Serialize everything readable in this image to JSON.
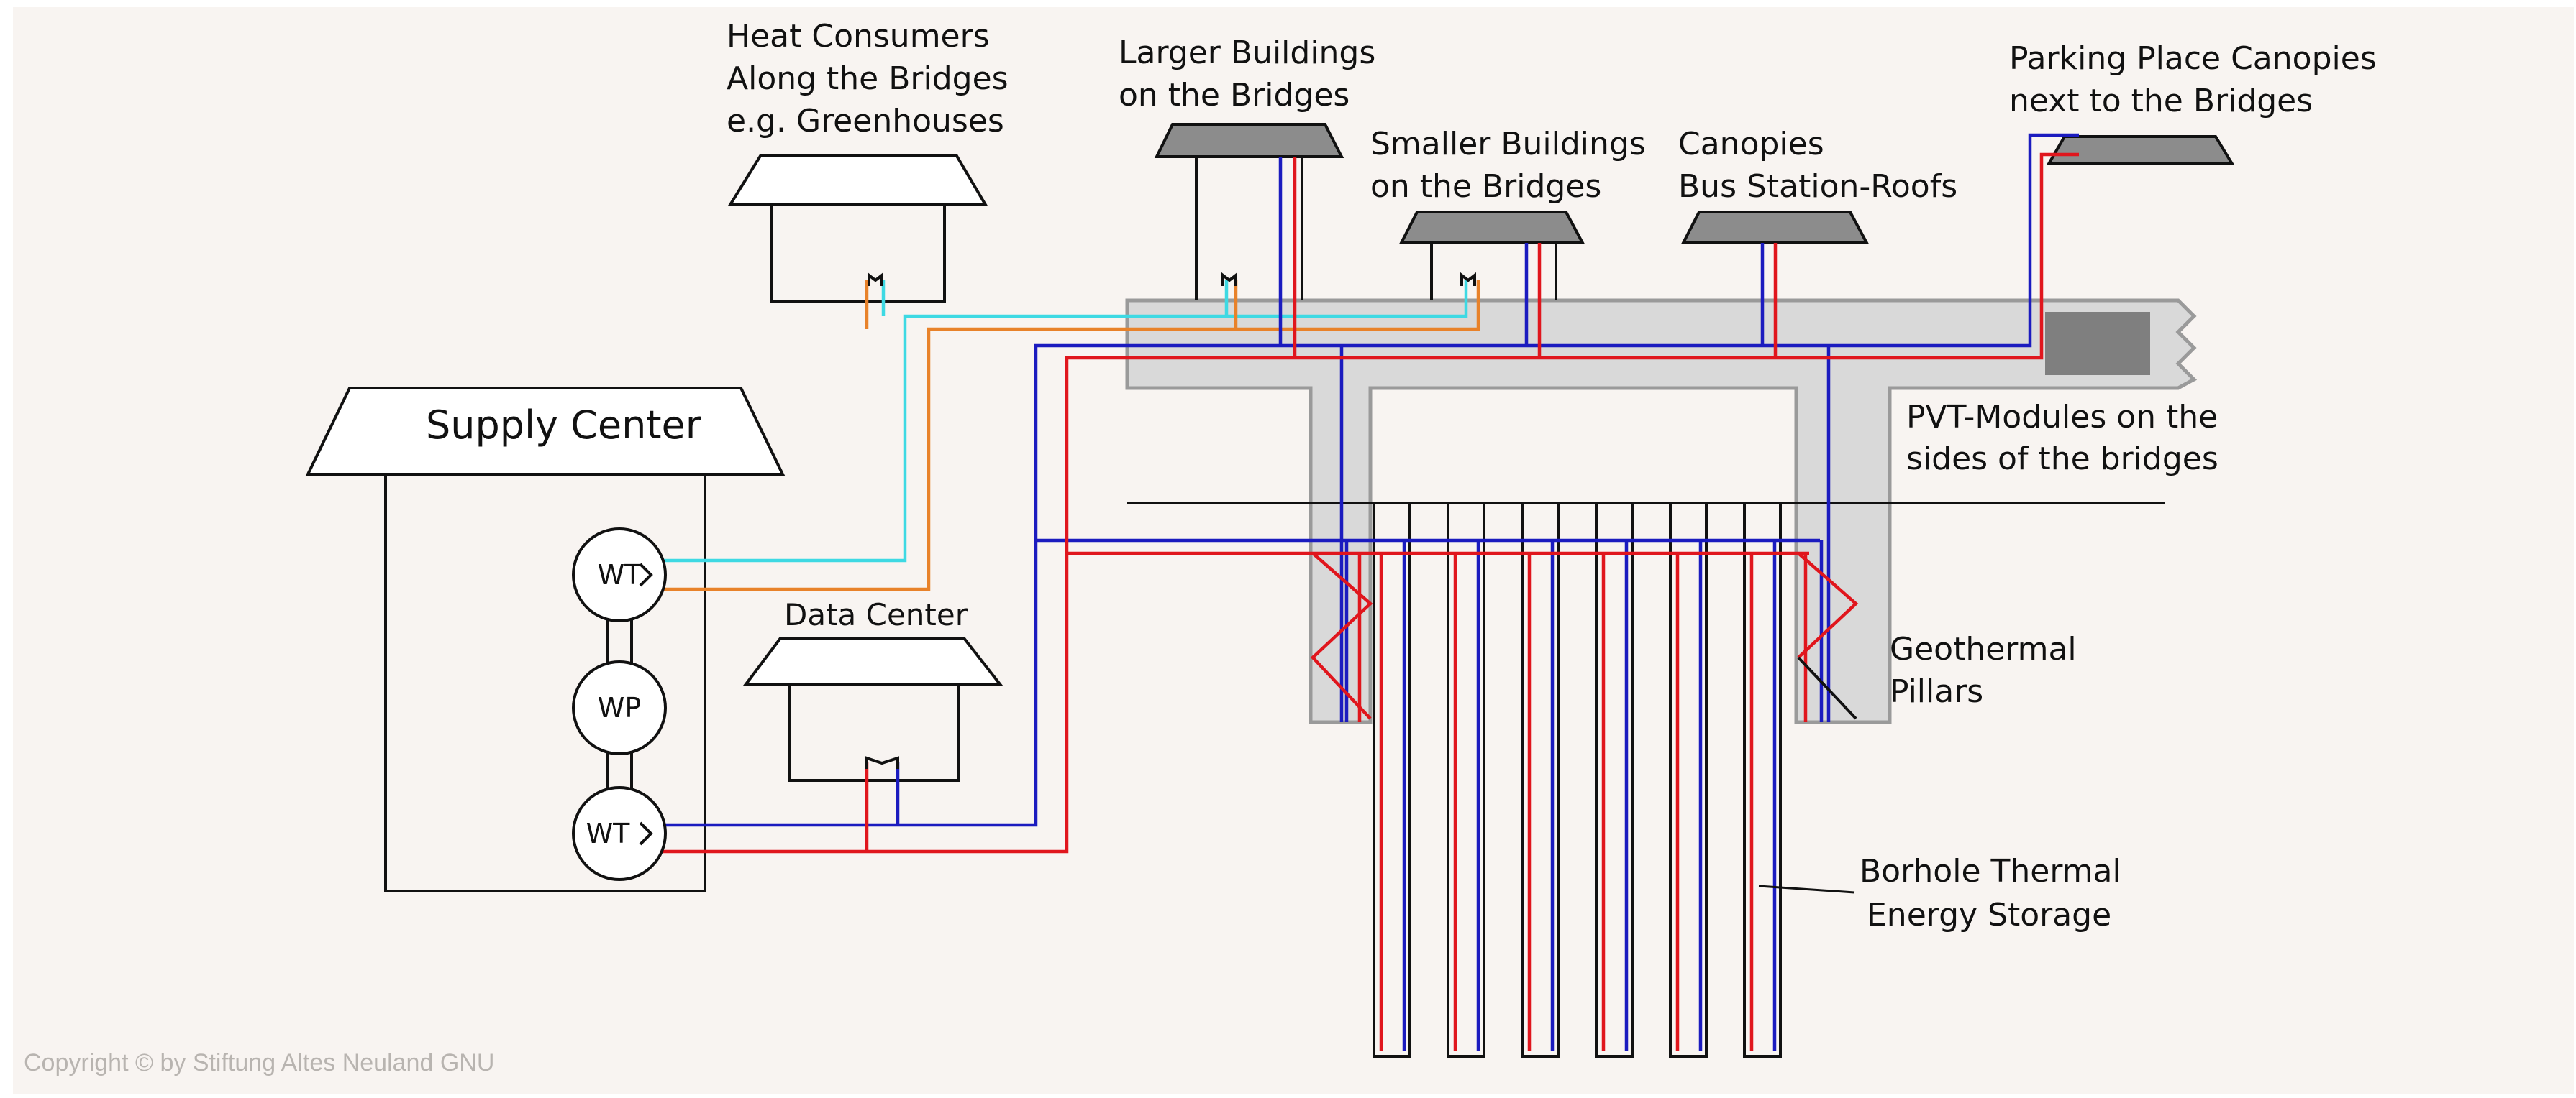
{
  "labels": {
    "heat_consumers": [
      "Heat Consumers",
      "Along the Bridges",
      "e.g. Greenhouses"
    ],
    "larger_buildings": [
      "Larger Buildings",
      "on the Bridges"
    ],
    "smaller_buildings": [
      "Smaller Buildings",
      "on the Bridges"
    ],
    "canopies": [
      "Canopies",
      "Bus Station-Roofs"
    ],
    "parking": [
      "Parking Place Canopies",
      "next to the Bridges"
    ],
    "supply_center": "Supply Center",
    "pvt_modules": [
      "PVT-Modules on the",
      "sides of the bridges"
    ],
    "data_center": "Data Center",
    "geothermal": [
      "Geothermal",
      "Pillars"
    ],
    "borehole": [
      "Borhole Thermal",
      "Energy Storage"
    ],
    "wt_top": "WT",
    "wp": "WP",
    "wt_bottom": "WT"
  },
  "copyright": "Copyright © by Stiftung Altes Neuland GNU",
  "colors": {
    "background": "#f8f4f1",
    "outline": "#111111",
    "bridge_fill": "#d9d9d9",
    "roof_fill": "#8c8c8c",
    "hot_line": "#e0161d",
    "cold_line": "#1b1bbf",
    "cyan_line": "#3ed9e3",
    "orange_line": "#e8822a",
    "copyright": "#b8b4b0"
  }
}
